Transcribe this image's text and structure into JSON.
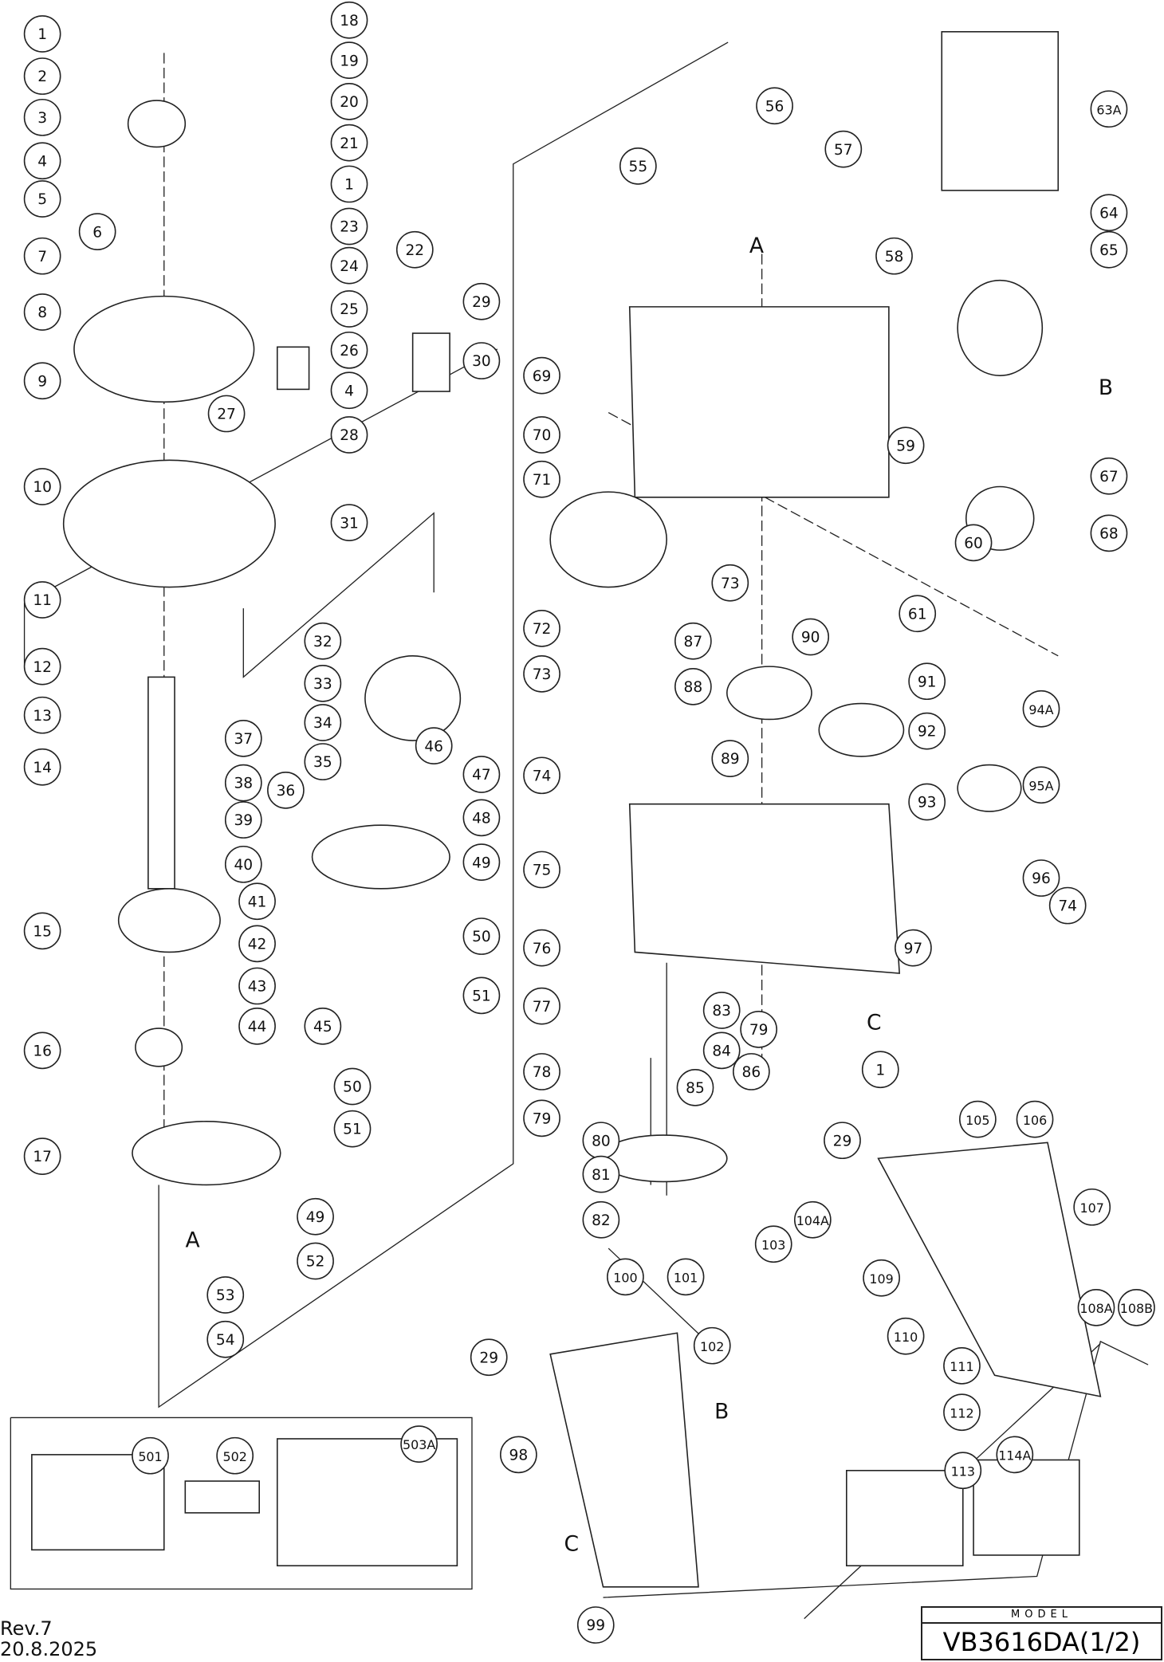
{
  "callouts": [
    "1",
    "2",
    "3",
    "4",
    "5",
    "6",
    "7",
    "8",
    "9",
    "10",
    "11",
    "12",
    "13",
    "14",
    "15",
    "16",
    "17",
    "18",
    "19",
    "20",
    "21",
    "1",
    "23",
    "24",
    "22",
    "25",
    "26",
    "4",
    "29",
    "30",
    "27",
    "28",
    "31",
    "32",
    "33",
    "34",
    "35",
    "36",
    "37",
    "38",
    "39",
    "40",
    "41",
    "42",
    "43",
    "44",
    "45",
    "46",
    "47",
    "48",
    "49",
    "50",
    "51",
    "50",
    "51",
    "49",
    "52",
    "53",
    "54",
    "55",
    "56",
    "57",
    "58",
    "63A",
    "64",
    "65",
    "69",
    "70",
    "59",
    "67",
    "71",
    "60",
    "68",
    "61",
    "73",
    "72",
    "73",
    "87",
    "90",
    "91",
    "88",
    "92",
    "89",
    "94A",
    "95A",
    "74",
    "93",
    "96",
    "75",
    "74",
    "76",
    "97",
    "77",
    "83",
    "79",
    "84",
    "78",
    "85",
    "86",
    "1",
    "79",
    "80",
    "81",
    "82",
    "105",
    "106",
    "29",
    "104A",
    "103",
    "107",
    "109",
    "108A",
    "108B",
    "110",
    "111",
    "112",
    "100",
    "101",
    "29",
    "102",
    "113",
    "114A",
    "98",
    "99",
    "501",
    "502",
    "503A"
  ],
  "letters": [
    "A",
    "B",
    "A",
    "C",
    "B",
    "C"
  ],
  "footer": {
    "revision": "Rev.7",
    "date": "20.8.2025"
  },
  "model": {
    "header": "MODEL",
    "value": "VB3616DA(1/2)"
  }
}
